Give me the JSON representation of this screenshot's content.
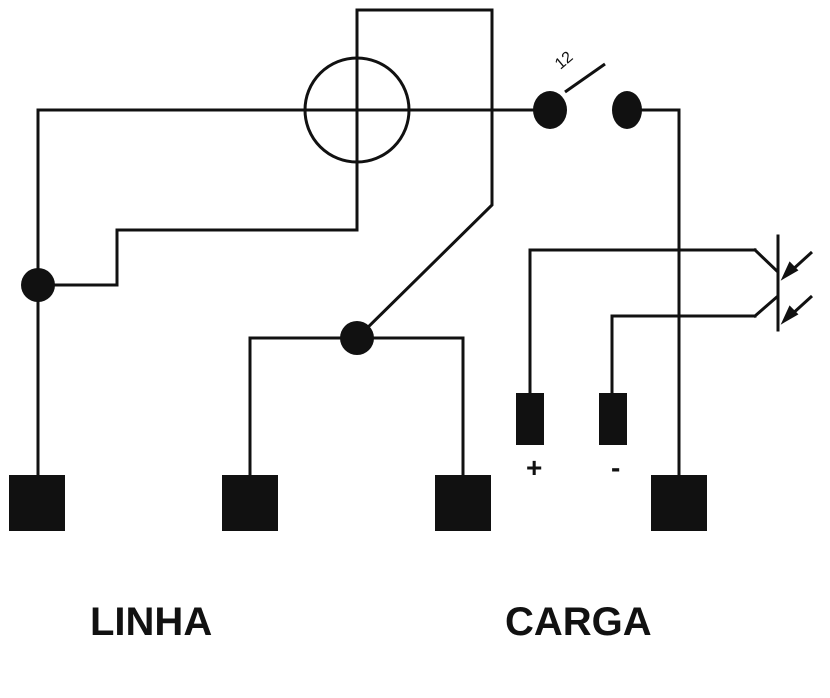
{
  "labels": {
    "line": "LINHA",
    "load": "CARGA",
    "plus": "+",
    "minus": "-",
    "switch_mark": "12"
  },
  "colors": {
    "ink": "#111111",
    "background": "#ffffff"
  },
  "components": {
    "meter_symbol": "circle-with-cross",
    "switch_symbol": "open-switch",
    "photocell_symbol": "phototransistor-with-light-arrows"
  }
}
